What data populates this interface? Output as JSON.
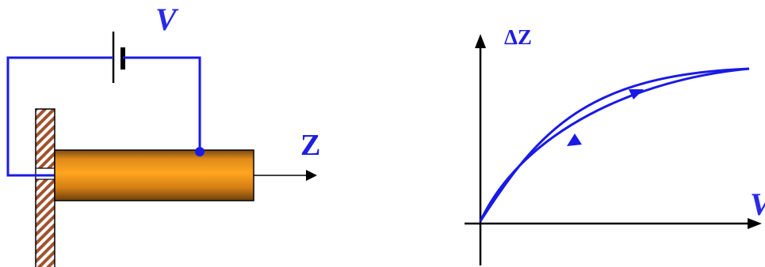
{
  "diagram": {
    "voltage_label": "V",
    "extension_axis_label": "Z"
  },
  "plot": {
    "y_axis_label": "ΔZ",
    "x_axis_label": "V"
  },
  "colors": {
    "wire": "#1a1ae6",
    "label": "#1e1ee0",
    "cylinder": "#f39a1a",
    "wall_hatch": "#a0522d",
    "curve": "#1a1ae6"
  }
}
